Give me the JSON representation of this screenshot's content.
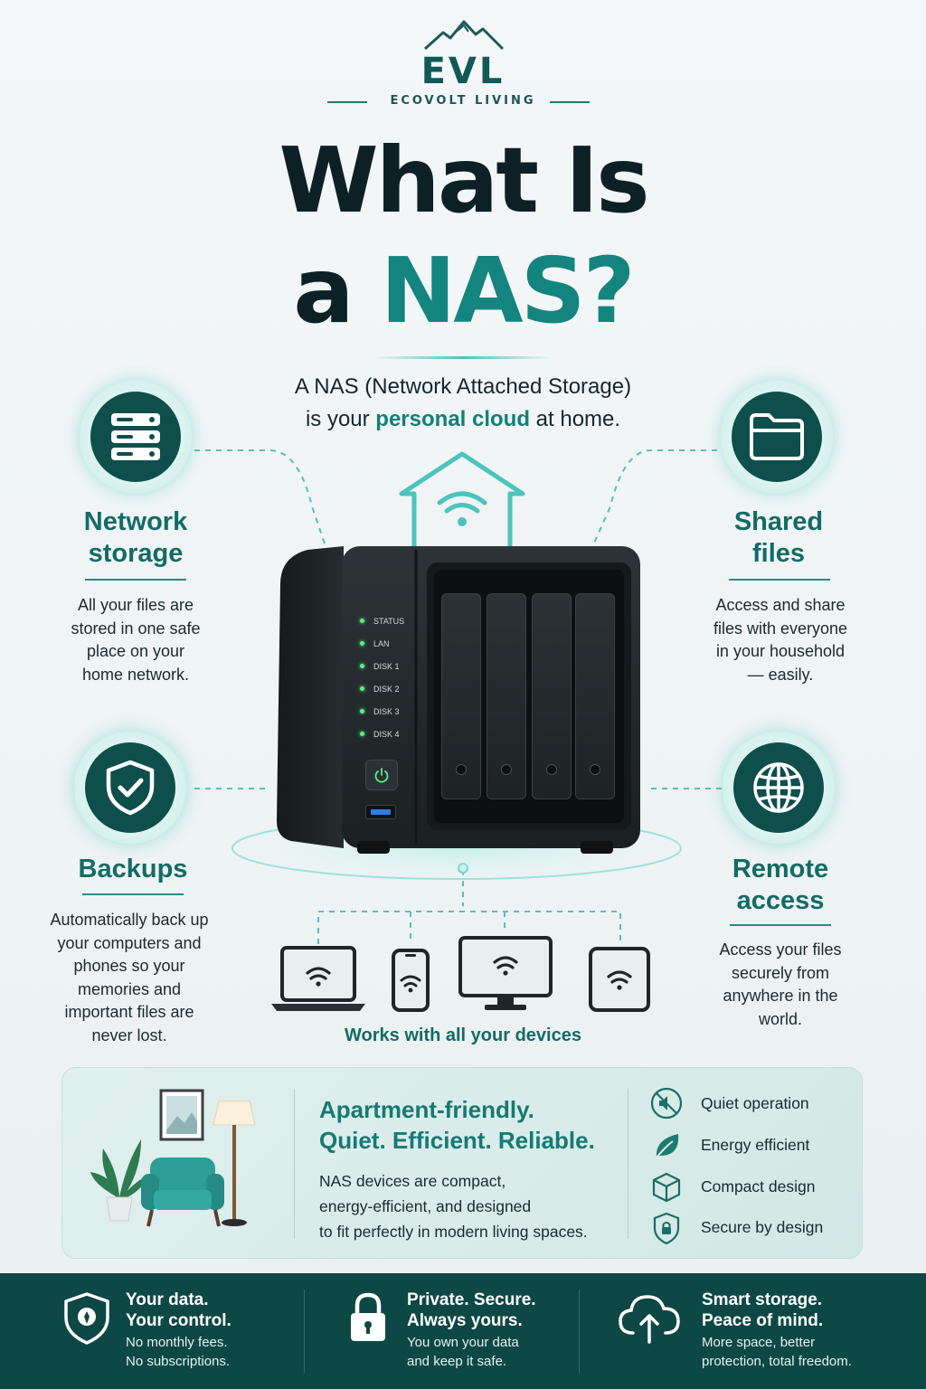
{
  "brand": {
    "logo_text": "EVL",
    "tagline": "ECOVOLT LIVING"
  },
  "hero": {
    "title_line1": "What Is",
    "title_line2_a": "a ",
    "title_line2_b": "NAS?",
    "subtitle_line1": "A NAS (Network Attached Storage)",
    "subtitle_line2_a": "is your ",
    "subtitle_line2_hl": "personal cloud",
    "subtitle_line2_b": " at home."
  },
  "features": {
    "network": {
      "title_1": "Network",
      "title_2": "storage",
      "desc": [
        "All your files are",
        "stored in one safe",
        "place on your",
        "home network."
      ],
      "icon": "server-icon"
    },
    "shared": {
      "title_1": "Shared",
      "title_2": "files",
      "desc": [
        "Access and share",
        "files with everyone",
        "in your household",
        "— easily."
      ],
      "icon": "folder-icon"
    },
    "backups": {
      "title_1": "Backups",
      "desc": [
        "Automatically back up",
        "your computers and",
        "phones so your",
        "memories and",
        "important files are",
        "never lost."
      ],
      "icon": "shield-check-icon"
    },
    "remote": {
      "title_1": "Remote",
      "title_2": "access",
      "desc": [
        "Access your files",
        "securely from",
        "anywhere in the",
        "world."
      ],
      "icon": "globe-icon"
    }
  },
  "nas": {
    "leds": [
      "STATUS",
      "LAN",
      "DISK 1",
      "DISK 2",
      "DISK 3",
      "DISK 4"
    ],
    "drive_bays": 4
  },
  "devices": {
    "label": "Works with all your devices",
    "items": [
      "laptop",
      "phone",
      "monitor",
      "tablet"
    ]
  },
  "panel": {
    "heading_1": "Apartment-friendly.",
    "heading_2": "Quiet. Efficient. Reliable.",
    "desc": [
      "NAS devices are compact,",
      "energy-efficient, and designed",
      "to fit perfectly in modern living spaces."
    ],
    "perks": [
      {
        "label": "Quiet operation",
        "icon": "mute-icon"
      },
      {
        "label": "Energy efficient",
        "icon": "leaf-icon"
      },
      {
        "label": "Compact design",
        "icon": "cube-icon"
      },
      {
        "label": "Secure by design",
        "icon": "lock-shield-icon"
      }
    ]
  },
  "footer": [
    {
      "head_1": "Your data.",
      "head_2": "Your control.",
      "sub_1": "No monthly fees.",
      "sub_2": "No subscriptions.",
      "icon": "shield-key-icon"
    },
    {
      "head_1": "Private. Secure.",
      "head_2": "Always yours.",
      "sub_1": "You own your data",
      "sub_2": "and keep it safe.",
      "icon": "padlock-icon"
    },
    {
      "head_1": "Smart storage.",
      "head_2": "Peace of mind.",
      "sub_1": "More space, better",
      "sub_2": "protection, total freedom.",
      "icon": "cloud-upload-icon"
    }
  ],
  "colors": {
    "dark_teal": "#0e4f4c",
    "accent_teal": "#14847e",
    "glow": "#4cc4bb",
    "title_dark": "#0c2026",
    "footer_bg": "#0d4845"
  }
}
